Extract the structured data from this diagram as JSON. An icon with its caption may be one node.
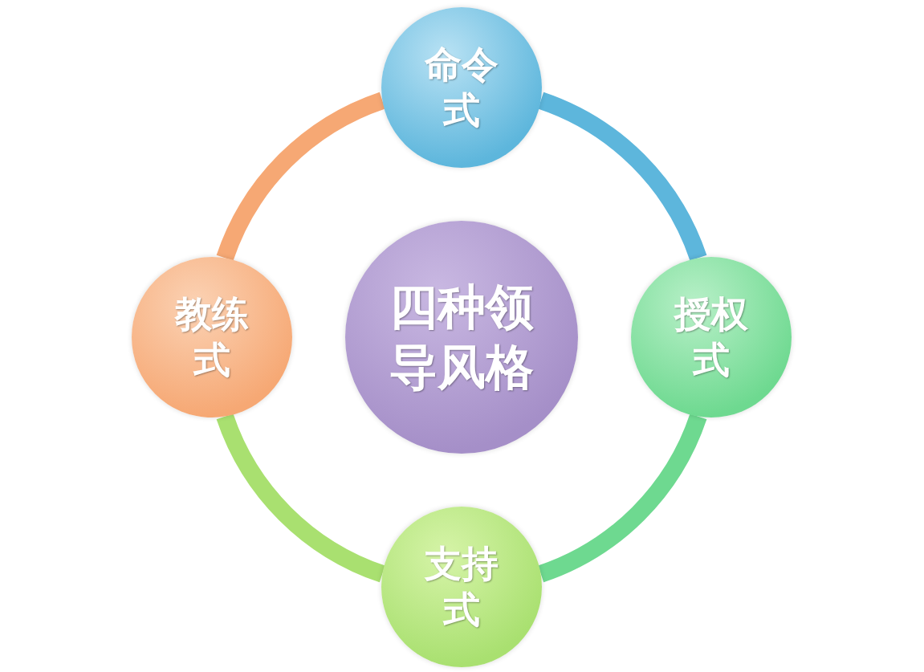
{
  "diagram": {
    "nodes": [
      {
        "text": [
          "命令式"
        ]
      },
      {
        "text": [
          "教练式"
        ]
      },
      {
        "text": [
          "四种领导风格"
        ]
      },
      {
        "text": [
          "授权式"
        ]
      },
      {
        "text": [
          "支持式"
        ]
      }
    ],
    "edges": [
      {
        "from": 0,
        "to": 3,
        "arrow": "none",
        "color": "#5db6dc"
      },
      {
        "from": 3,
        "to": 4,
        "arrow": "none",
        "color": "#6ed990"
      },
      {
        "from": 4,
        "to": 1,
        "arrow": "none",
        "color": "#a9e070"
      },
      {
        "from": 1,
        "to": 0,
        "arrow": "none",
        "color": "#f6a874"
      }
    ]
  }
}
